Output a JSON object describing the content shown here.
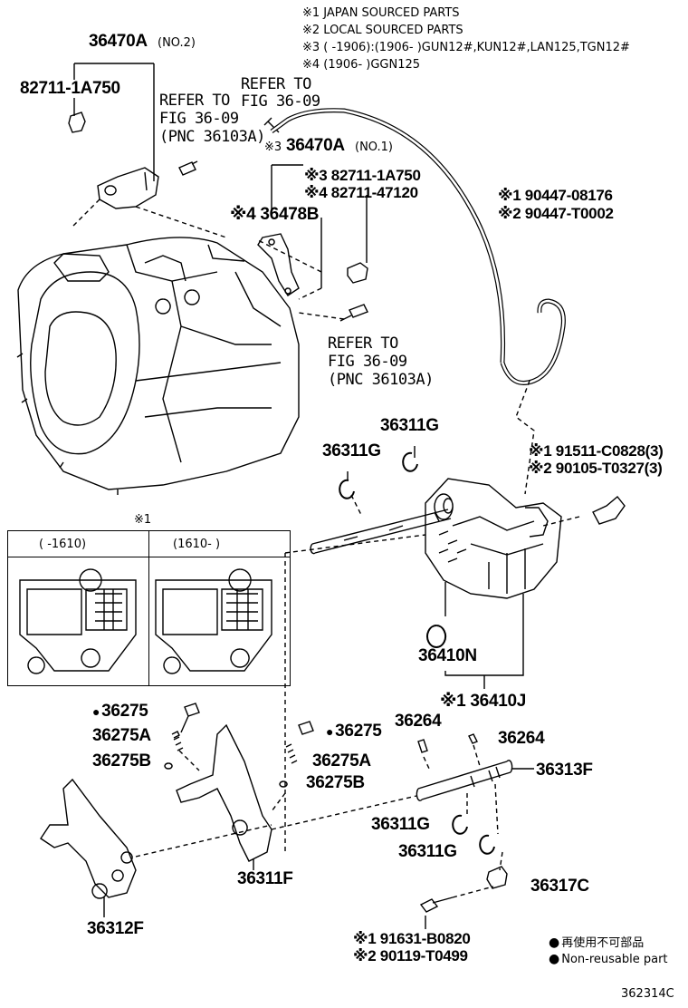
{
  "notes": {
    "n1": "※1 JAPAN SOURCED PARTS",
    "n2": "※2 LOCAL SOURCED PARTS",
    "n3": "※3 (        -1906):(1906-        )GUN12#,KUN12#,LAN125,TGN12#",
    "n4": "※4 (1906-        )GGN125"
  },
  "parts": {
    "p36470A_no2": "36470A",
    "p36470A_no2_tag": "(NO.2)",
    "p82711_1A750_top": "82711-1A750",
    "ref1_l1": "REFER TO",
    "ref1_l2": "FIG 36-09",
    "ref1_l3": "(PNC 36103A)",
    "ref2_l1": "REFER TO",
    "ref2_l2": "FIG 36-09",
    "p36470A_no1_mark": "※3",
    "p36470A_no1": "36470A",
    "p36470A_no1_tag": "(NO.1)",
    "p82711_1A750_mid": "※3 82711-1A750",
    "p82711_47120": "※4 82711-47120",
    "p36478B": "※4 36478B",
    "p90447_08176": "※1 90447-08176",
    "p90447_T0002": "※2 90447-T0002",
    "ref3_l1": "REFER TO",
    "ref3_l2": "FIG 36-09",
    "ref3_l3": "(PNC 36103A)",
    "p36311G_a": "36311G",
    "p36311G_b": "36311G",
    "p91511_C0828": "※1 91511-C0828(3)",
    "p90105_T0327": "※2 90105-T0327(3)",
    "inset_mark": "※1",
    "inset_left": "(        -1610)",
    "inset_right": "(1610-        )",
    "p36410N": "36410N",
    "p36410J": "※1 36410J",
    "p36275_a": "36275",
    "p36275A_a": "36275A",
    "p36275B_a": "36275B",
    "p36275_b": "36275",
    "p36275A_b": "36275A",
    "p36275B_b": "36275B",
    "p36264_a": "36264",
    "p36264_b": "36264",
    "p36313F": "36313F",
    "p36311G_c": "36311G",
    "p36311G_d": "36311G",
    "p36311F": "36311F",
    "p36317C": "36317C",
    "p36312F": "36312F",
    "p91631_B0820": "※1 91631-B0820",
    "p90119_T0499": "※2 90119-T0499",
    "legend_jp": "再使用不可部品",
    "legend_en": "Non-reusable part",
    "fig_code": "362314C"
  }
}
